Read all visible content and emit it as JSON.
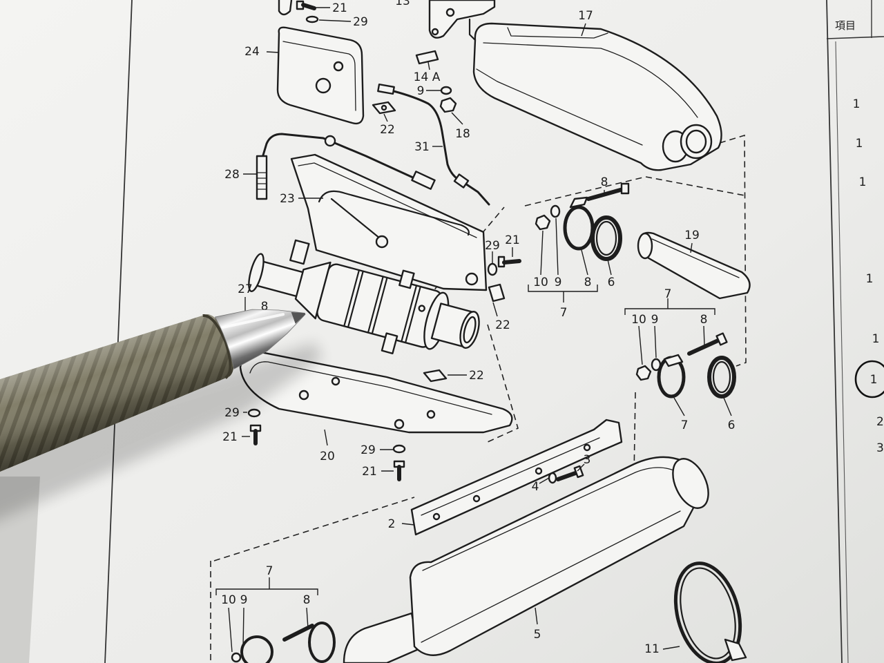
{
  "diagram": {
    "callouts": [
      "21",
      "29",
      "13",
      "17",
      "24",
      "14 A",
      "9",
      "22",
      "18",
      "31",
      "28",
      "23",
      "8",
      "29",
      "21",
      "19",
      "10",
      "9",
      "8",
      "6",
      "7",
      "27",
      "8",
      "22",
      "7",
      "10",
      "9",
      "8",
      "22",
      "7",
      "6",
      "29",
      "21",
      "20",
      "29",
      "21",
      "3",
      "4",
      "2",
      "7",
      "10",
      "9",
      "8",
      "5",
      "11"
    ]
  },
  "table": {
    "header": "項目",
    "quantities": [
      "1",
      "1",
      "1",
      "1",
      "1",
      "1",
      "2",
      "3"
    ]
  },
  "colors": {
    "paper": "#f1f1ef",
    "ink": "#1d1d1d",
    "pen_body": "#7c7862",
    "pen_stripe": "#5f5b47",
    "circle": "#111111"
  }
}
